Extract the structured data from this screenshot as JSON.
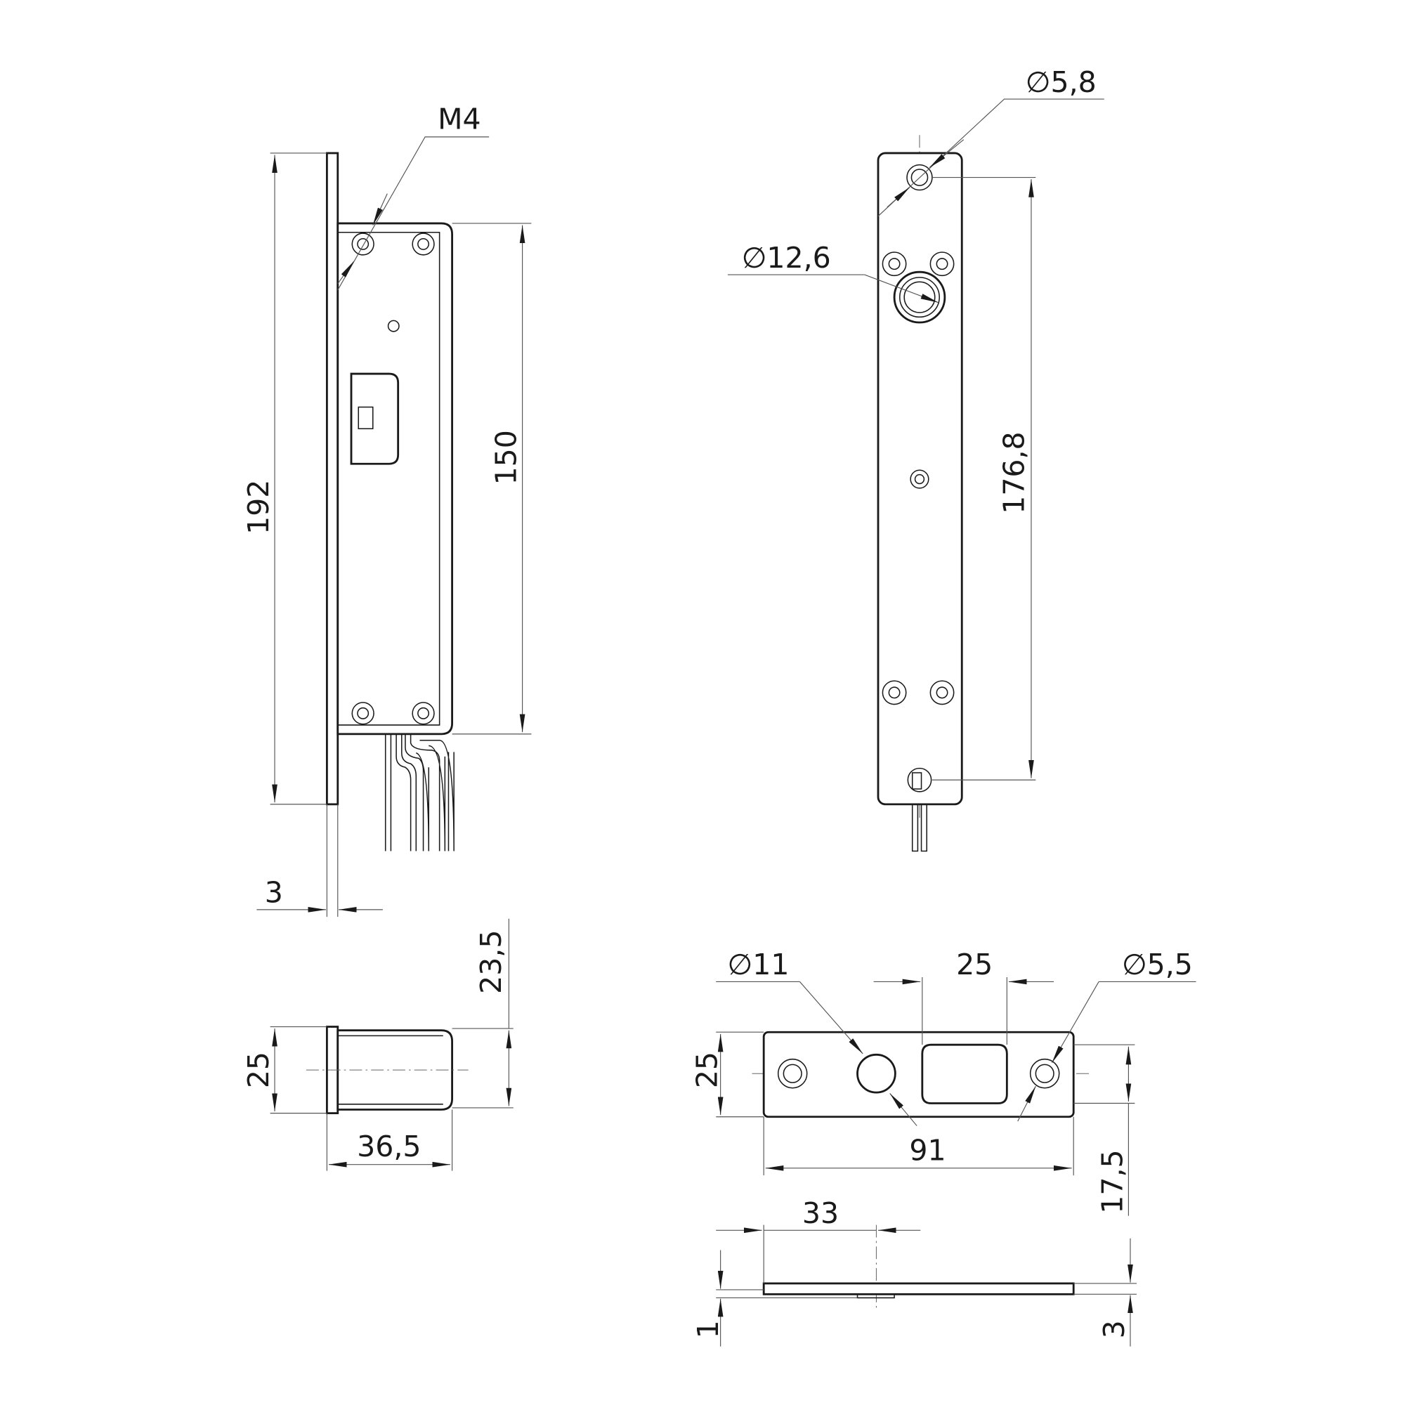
{
  "title": "Electromechanical lock technical drawing",
  "dimensions": {
    "m4": "M4",
    "d192": "192",
    "d150": "150",
    "d3_flange": "3",
    "d5_8": "∅5,8",
    "d12_6": "∅12,6",
    "d176_8": "176,8",
    "d23_5": "23,5",
    "d25_side": "25",
    "d36_5": "36,5",
    "d11": "∅11",
    "d25_slot": "25",
    "d5_5": "∅5,5",
    "d25_plate": "25",
    "d91": "91",
    "d17_5": "17,5",
    "d33": "33",
    "d1": "1",
    "d3_plate": "3"
  }
}
